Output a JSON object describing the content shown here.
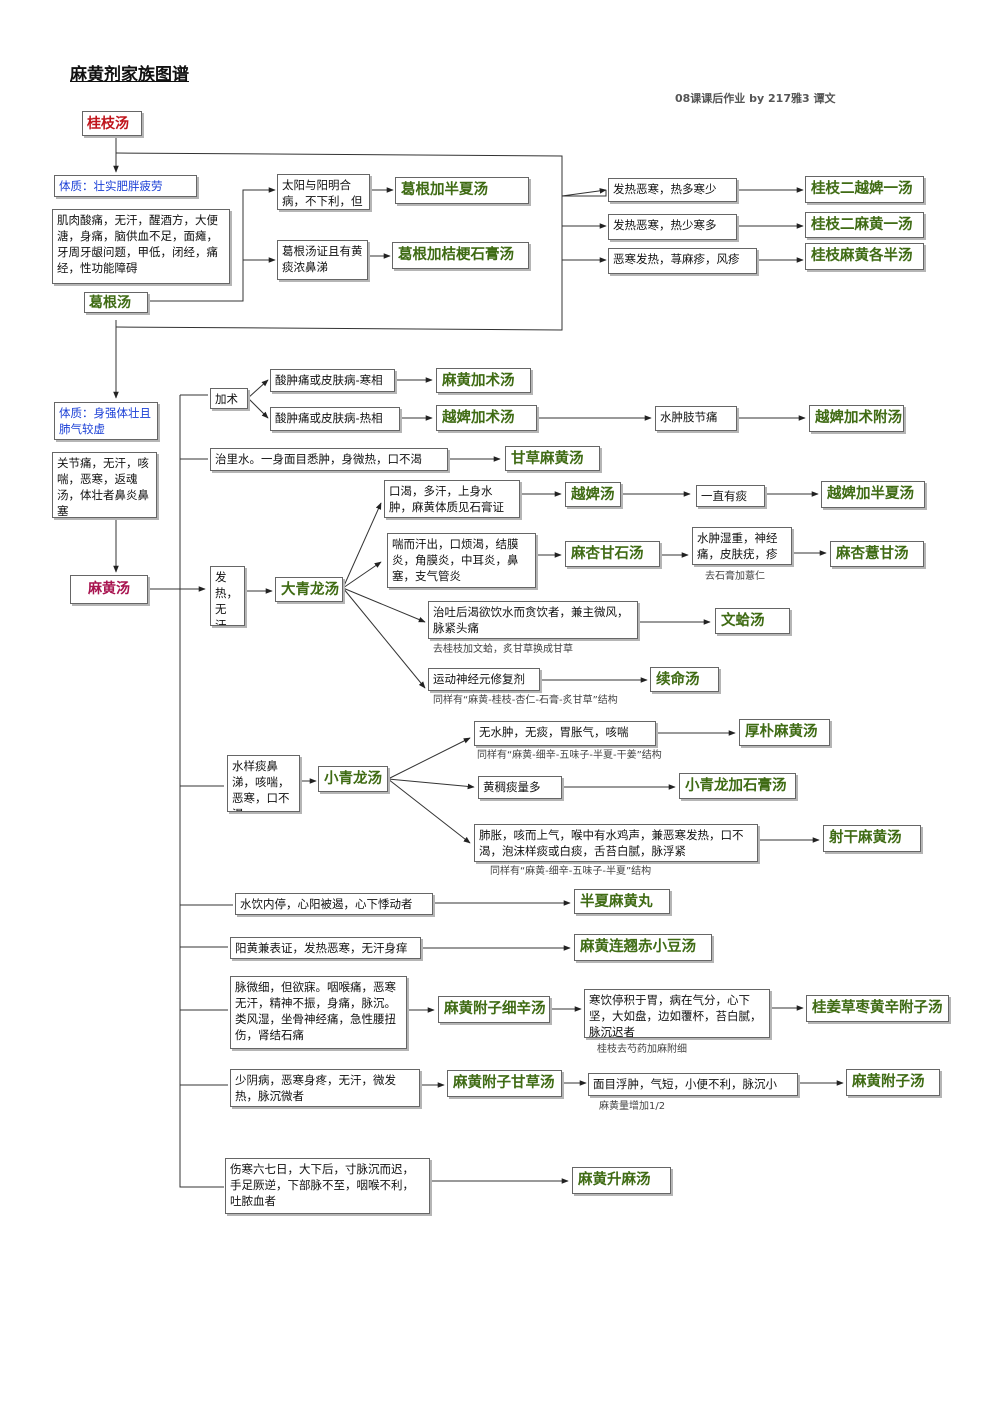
{
  "title": "麻黄剂家族图谱",
  "author": "08课课后作业 by 217雅3 谭文",
  "guizhi": {
    "root": "桂枝汤",
    "constitution": "体质：壮实肥胖疲劳",
    "symptoms": "肌肉酸痛，无汗，醒酒方，大便溏，身痛，脑供血不足，面瘫，牙周牙龈问题，甲低，闭经，痛经，性功能障碍",
    "gegen": "葛根汤",
    "cond_a": "太阳与阳明合病，不下利，但呕者",
    "formula_a": "葛根加半夏汤",
    "cond_b": "葛根汤证且有黄痰浓鼻涕",
    "formula_b": "葛根加桔梗石膏汤",
    "cond_c": "发热恶寒，热多寒少",
    "formula_c": "桂枝二越婢一汤",
    "cond_d": "发热恶寒，热少寒多",
    "formula_d": "桂枝二麻黄一汤",
    "cond_e": "恶寒发热，荨麻疹，风疹",
    "formula_e": "桂枝麻黄各半汤"
  },
  "mahuang": {
    "constitution": "体质：身强体壮且肺气较虚",
    "symptoms": "关节痛，无汗，咳喘，恶寒，返魂汤，体壮者鼻炎鼻塞",
    "root": "麻黄汤",
    "jiazhu": "加术",
    "cold": "酸肿痛或皮肤病-寒相",
    "f_mahuang_zhu": "麻黄加术汤",
    "hot": "酸肿痛或皮肤病-热相",
    "f_yuebi_zhu": "越婢加术汤",
    "edema": "水肿肢节痛",
    "f_yuebi_zhu_fu": "越婢加术附汤",
    "zhili": "治里水。一身面目悉肿，身微热，口不渴",
    "f_gancao_mahuang": "甘草麻黄汤",
    "fever": "发热，无汗，烦躁",
    "f_daqinglong": "大青龙汤",
    "thirst": "口渴，多汗，上身水肿，麻黄体质见石膏证",
    "f_yuebi": "越婢汤",
    "phlegm": "一直有痰",
    "f_yuebi_banxia": "越婢加半夏汤",
    "wheeze": "喘而汗出，口烦渴，结膜炎，角膜炎，中耳炎，鼻塞，支气管炎",
    "f_maxing_shigan": "麻杏甘石汤",
    "dampness": "水肿湿重，神经痛，皮肤疣，疹",
    "note_yiren": "去石膏加薏仁",
    "f_maxing_yigan": "麻杏薏甘汤",
    "vomit": "治吐后渴欲饮水而贪饮者，兼主微风，脉紧头痛",
    "note_wenge": "去桂枝加文蛤，炙甘草换成甘草",
    "f_wenge": "文蛤汤",
    "nerve": "运动神经元修复剂",
    "note_xuming": "同样有“麻黄-桂枝-杏仁-石膏-炙甘草”结构",
    "f_xuming": "续命汤",
    "watery": "水样痰鼻涕，咳喘，恶寒，口不渴",
    "f_xiaoqinglong": "小青龙汤",
    "no_edema": "无水肿，无痰，胃胀气，咳喘",
    "note_houpu": "同样有“麻黄-细辛-五味子-半夏-干姜”结构",
    "f_houpu": "厚朴麻黄汤",
    "sticky": "黄稠痰量多",
    "f_xqlj_shigao": "小青龙加石膏汤",
    "lung": "肺胀，咳而上气，喉中有水鸡声，兼恶寒发热，口不渴，泡沫样痰或白痰，舌苔白腻，脉浮紧",
    "note_shegan": "同样有“麻黄-细辛-五味子-半夏”结构",
    "f_shegan": "射干麻黄汤",
    "palp": "水饮内停，心阳被遏，心下悸动者",
    "f_banxia_mahuang": "半夏麻黄丸",
    "yang": "阳黄兼表证，发热恶寒，无汗身痒",
    "f_lianqiao": "麻黄连翘赤小豆汤",
    "pulse": "脉微细，但欲寐。咽喉痛，恶寒无汗，精神不振，身痛，脉沉。类风湿，坐骨神经痛，急性腰扭伤，肾结石痛",
    "f_xixin": "麻黄附子细辛汤",
    "cold_drink": "寒饮停积于胃，病在气分，心下坚，大如盘，边如覆杯，苔白腻，脉沉迟者",
    "note_guizhi_qu": "桂枝去芍药加麻附细",
    "f_guijiang": "桂姜草枣黄辛附子汤",
    "shaoyin": "少阴病，恶寒身疼，无汗，微发热，脉沉微者",
    "f_fuzi_gancao": "麻黄附子甘草汤",
    "face": "面目浮肿，气短，小便不利，脉沉小",
    "note_mahuang_half": "麻黄量增加1/2",
    "f_mahuang_fuzi": "麻黄附子汤",
    "shanghan": "伤寒六七日，大下后，寸脉沉而迟，手足厥逆，下部脉不至，咽喉不利，吐脓血者",
    "f_shengma": "麻黄升麻汤"
  }
}
